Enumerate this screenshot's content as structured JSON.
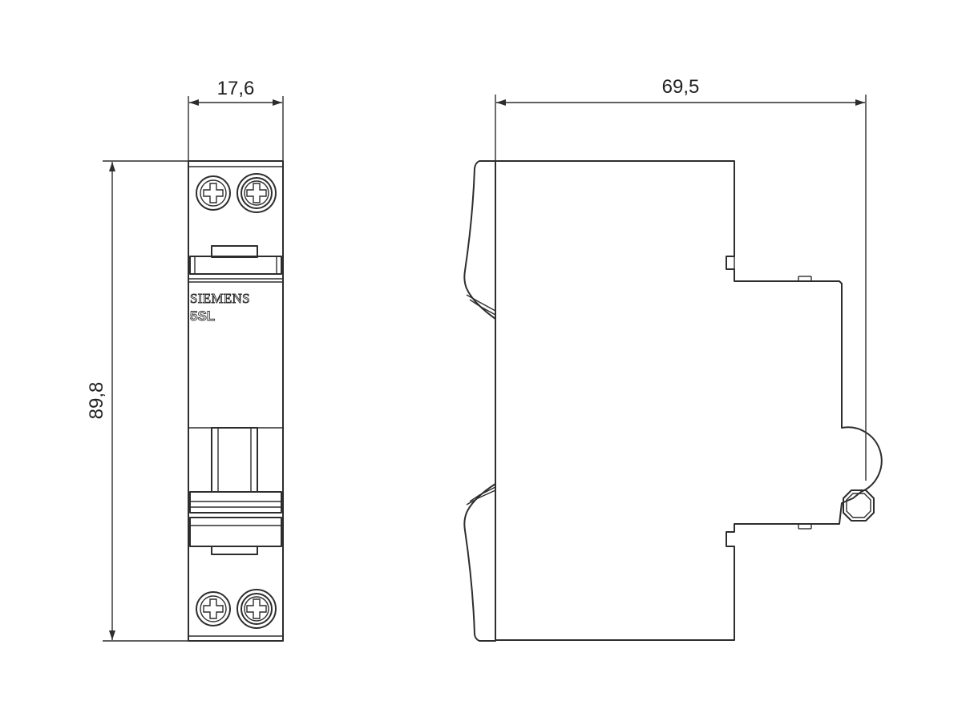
{
  "dimensions": {
    "width": "17,6",
    "depth": "69,5",
    "height": "89,8"
  },
  "device": {
    "brand": "SIEMENS",
    "model": "5SL"
  },
  "icons": {
    "terminal_screw": "screw-terminal-icon"
  },
  "colors": {
    "line": "#2d2d2d",
    "background": "#ffffff"
  }
}
